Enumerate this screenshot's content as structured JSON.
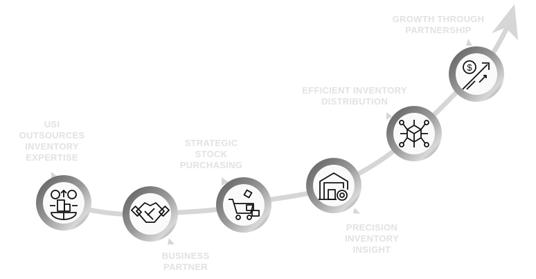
{
  "steps": [
    {
      "lines": [
        "USI",
        "OUTSOURCES",
        "INVENTORY",
        "EXPERTISE"
      ],
      "icon": "global-business-icon"
    },
    {
      "lines": [
        "BUSINESS",
        "PARTNER"
      ],
      "icon": "handshake-icon"
    },
    {
      "lines": [
        "STRATEGIC",
        "STOCK",
        "PURCHASING"
      ],
      "icon": "shopping-cart-icon"
    },
    {
      "lines": [
        "PRECISION",
        "INVENTORY",
        "INSIGHT"
      ],
      "icon": "warehouse-gear-icon"
    },
    {
      "lines": [
        "EFFICIENT INVENTORY",
        "DISTRIBUTION"
      ],
      "icon": "distribution-network-icon"
    },
    {
      "lines": [
        "GROWTH THROUGH",
        "PARTNERSHIP"
      ],
      "icon": "dollar-growth-icon"
    }
  ],
  "colors": {
    "path": "#d6d6d6",
    "label": "#e2e2e2",
    "ring_dark": "#5a5a5a",
    "ring_light": "#d0d0d0",
    "icon": "#111111"
  }
}
